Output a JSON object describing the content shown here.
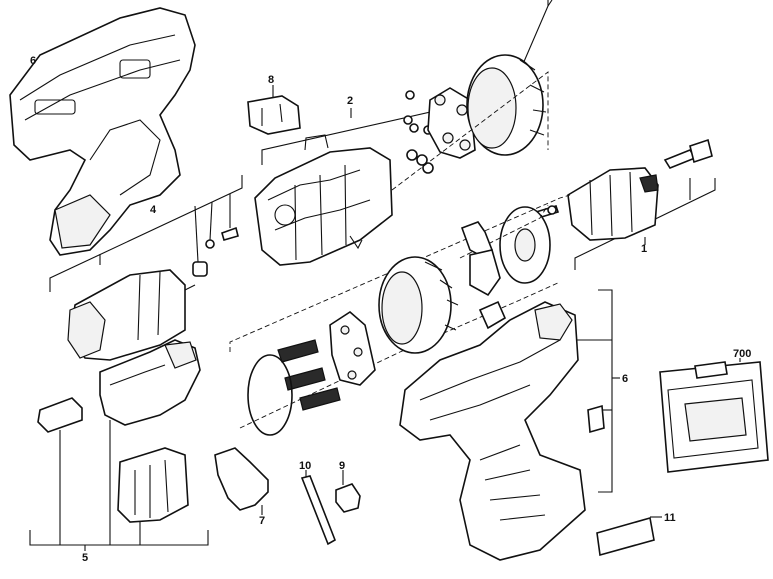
{
  "callouts": {
    "c1": "1",
    "c2": "2",
    "c4": "4",
    "c5": "5",
    "c6a": "6",
    "c6b": "6",
    "c7": "7",
    "c8": "8",
    "c9": "9",
    "c10": "10",
    "c11": "11",
    "c700": "700"
  }
}
